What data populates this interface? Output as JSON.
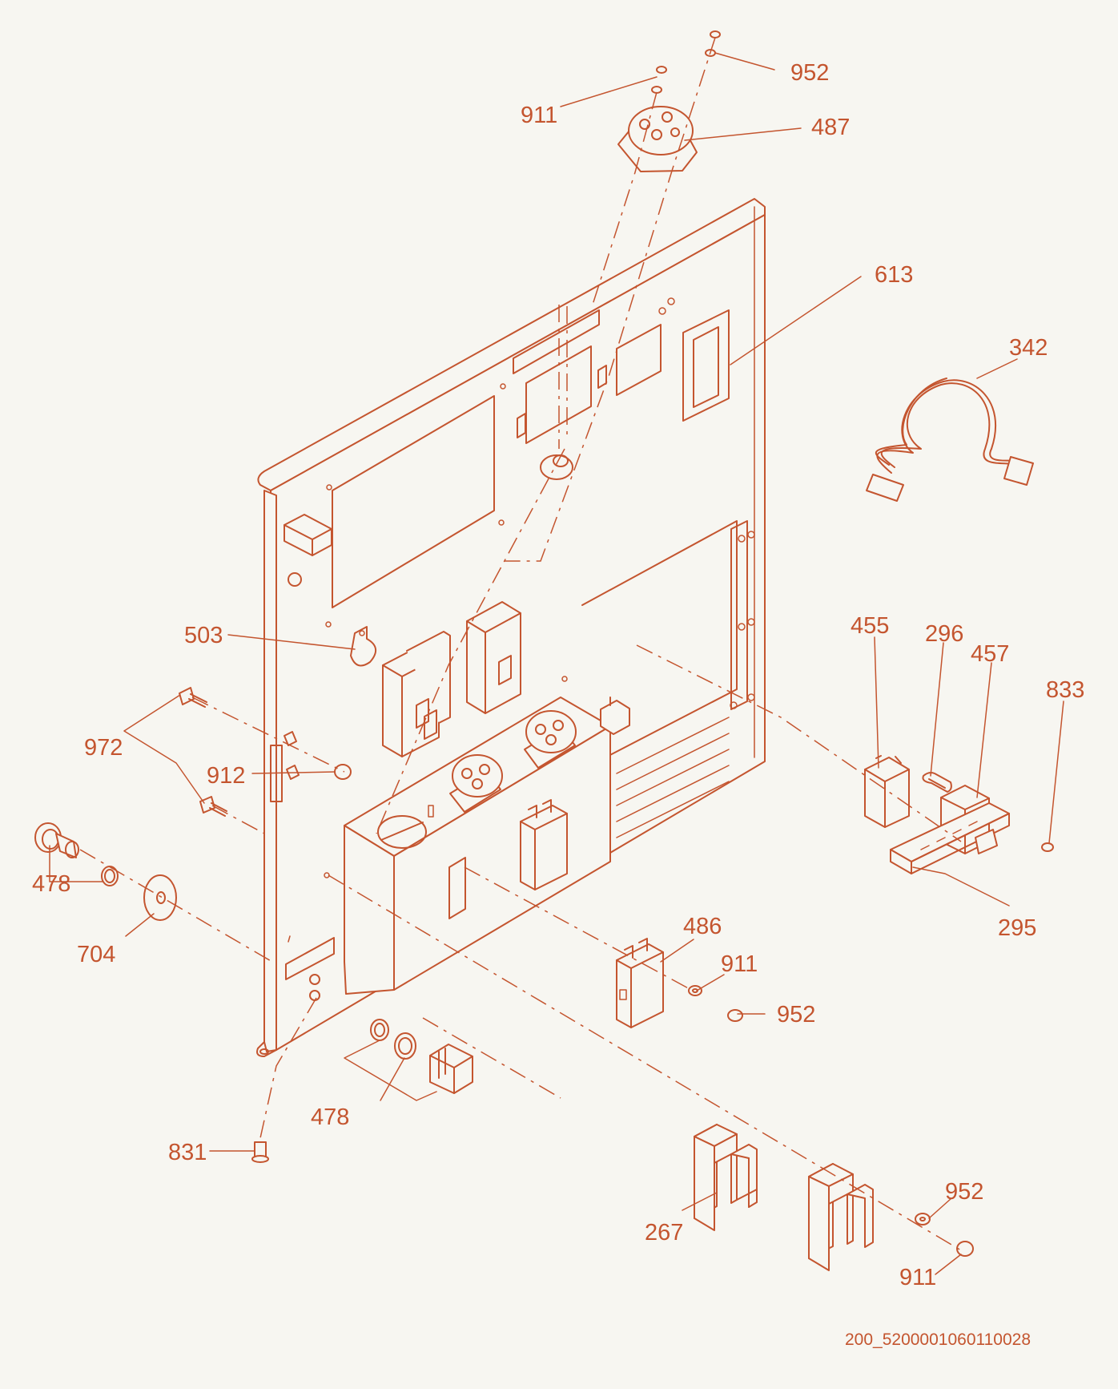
{
  "colors": {
    "ink": "#c4552f",
    "background": "#f7f6f1"
  },
  "callouts": {
    "c952_top": "952",
    "c911_top": "911",
    "c487": "487",
    "c613": "613",
    "c342": "342",
    "c503": "503",
    "c455": "455",
    "c296": "296",
    "c457": "457",
    "c833": "833",
    "c972": "972",
    "c912": "912",
    "c478_left": "478",
    "c704": "704",
    "c486": "486",
    "c911_mid": "911",
    "c952_mid": "952",
    "c295": "295",
    "c478_bottom": "478",
    "c831": "831",
    "c267": "267",
    "c952_bottom": "952",
    "c911_bottom": "911"
  },
  "document_id": "200_5200001060110028"
}
